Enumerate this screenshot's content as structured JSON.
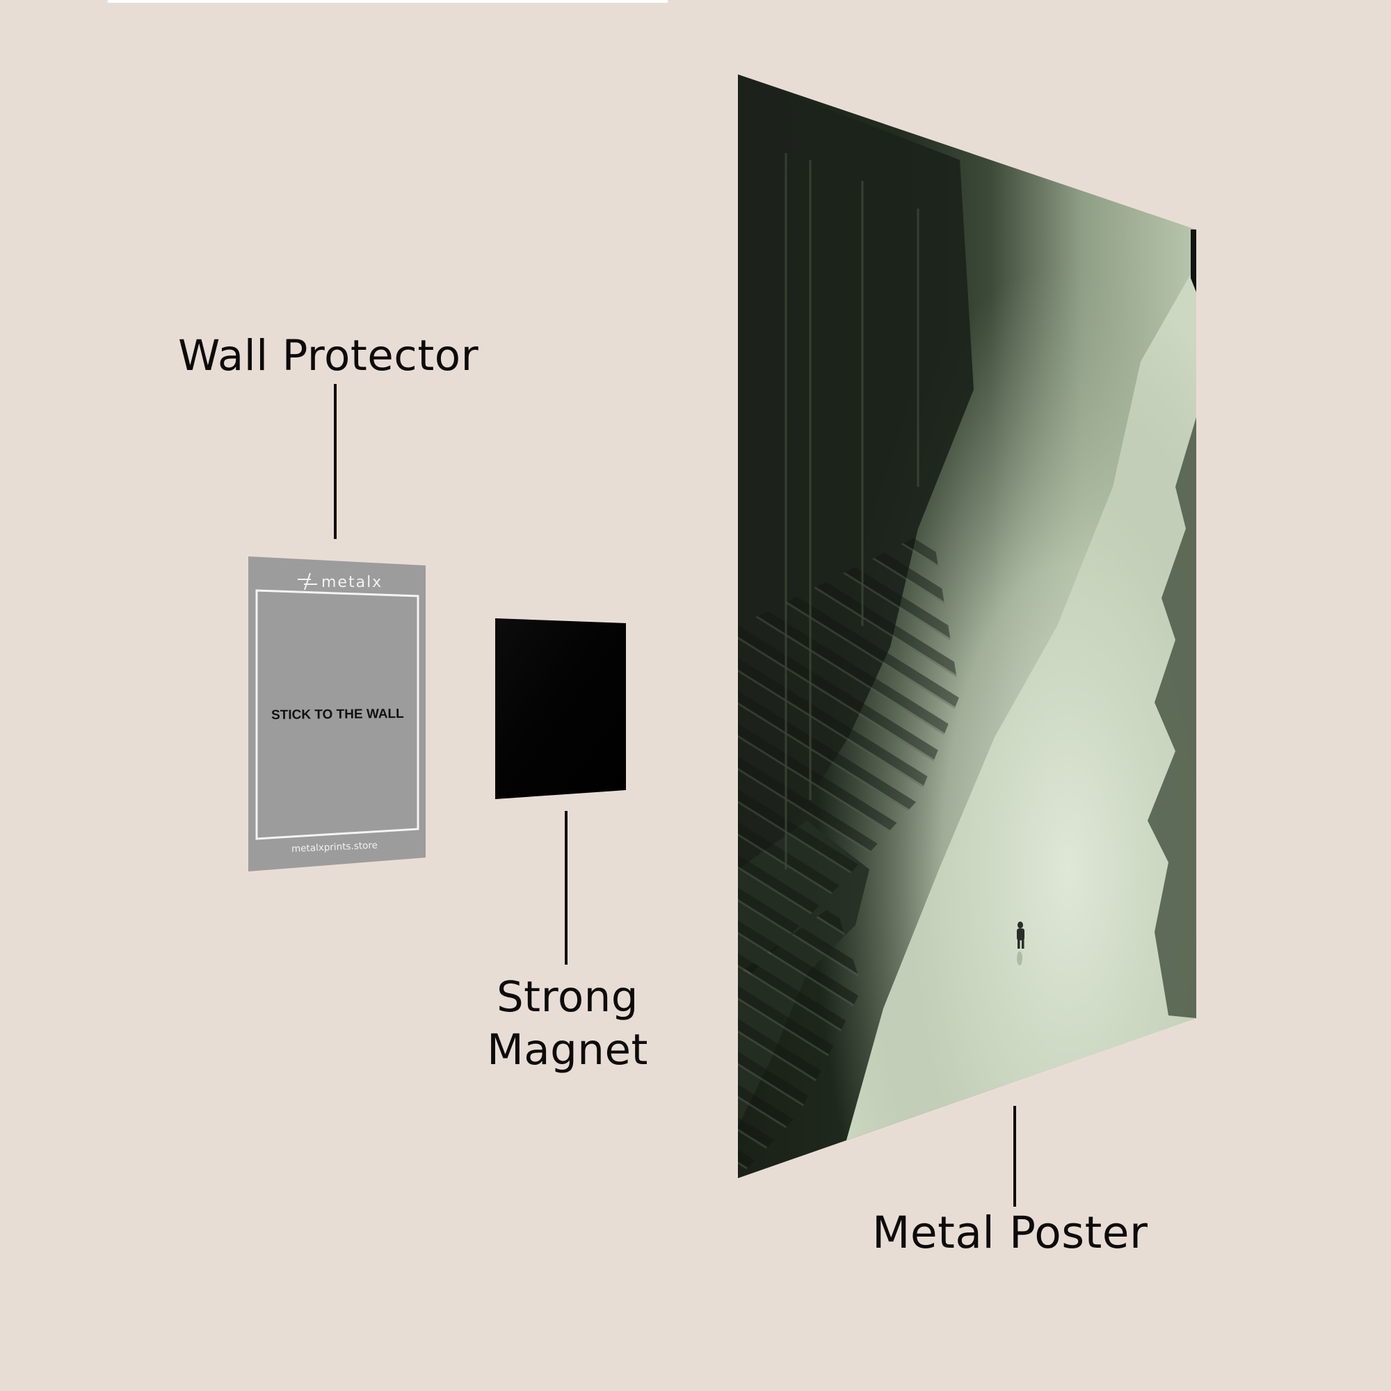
{
  "labels": {
    "wall_protector": "Wall Protector",
    "strong_magnet_line1": "Strong",
    "strong_magnet_line2": "Magnet",
    "metal_poster": "Metal Poster"
  },
  "wall_protector_card": {
    "brand": "metalx",
    "instruction": "STICK TO THE WALL",
    "website": "metalxprints.store"
  },
  "poster": {
    "description": "Aerial view of a misty sci-fi canyon between dark green mechanical walls, a lone figure walking on the light floor"
  },
  "colors": {
    "background": "#E8DDD5",
    "protector": "#9C9C9C",
    "magnet": "#050505",
    "text": "#0d0b0a",
    "poster_dark": "#1b2419",
    "poster_light": "#d3ddc9"
  }
}
